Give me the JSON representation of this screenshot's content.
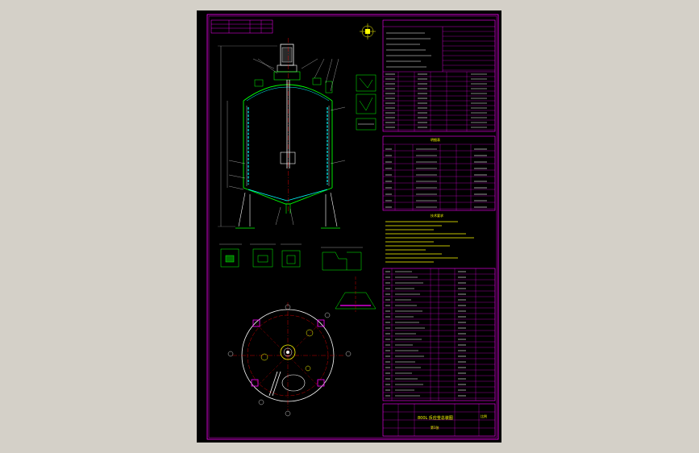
{
  "colors": {
    "background": "#d4d0c8",
    "sheet": "#000000",
    "frame": "#ff00ff",
    "outline": "#00ff00",
    "center_line": "#ff0000",
    "dimension": "#00ffff",
    "text": "#ffff00",
    "white": "#ffffff"
  },
  "drawing": {
    "title_block": {
      "drawing_name": "800L 反应釜总装图",
      "scale_label": "比例",
      "sheet_label": "第1张"
    },
    "notes_header": "技术要求",
    "parts_header": "明细表"
  }
}
